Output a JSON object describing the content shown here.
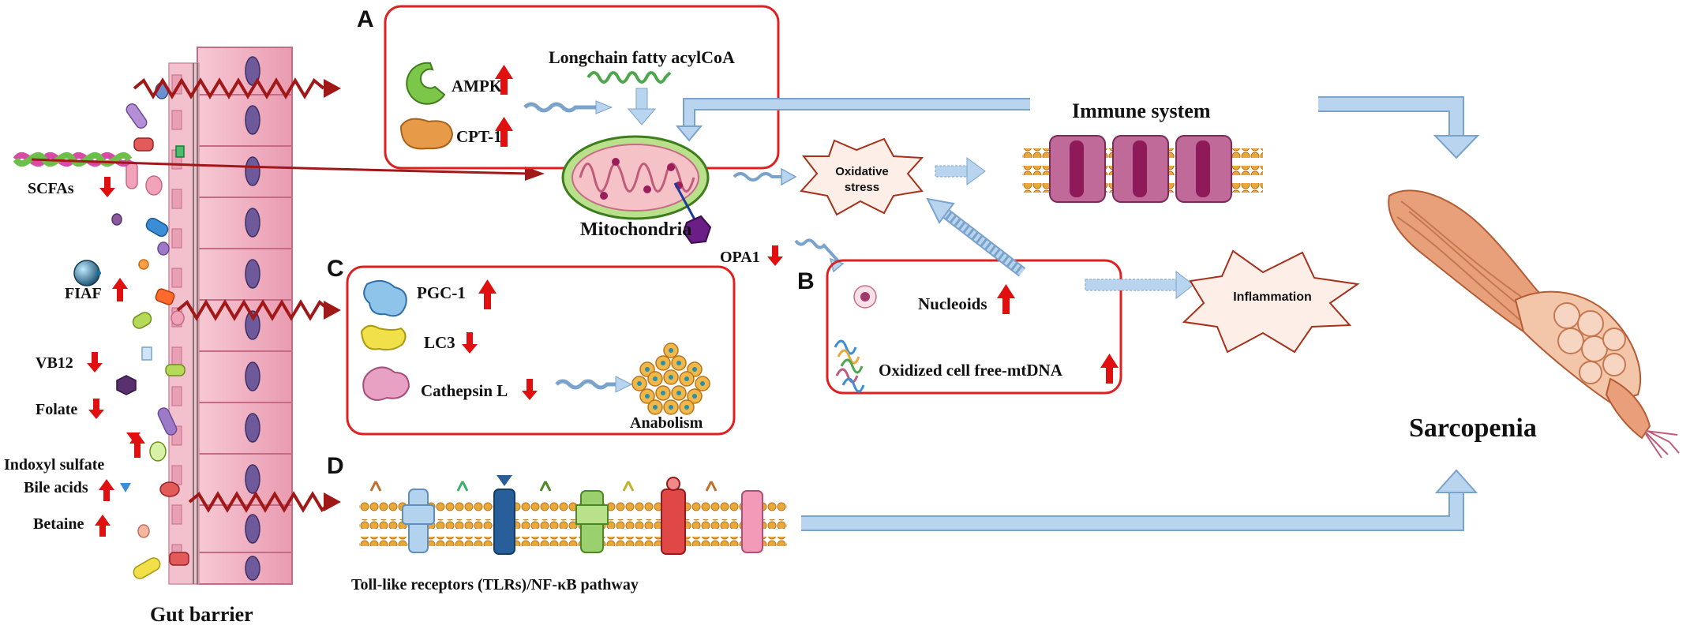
{
  "panels": {
    "a": "A",
    "b": "B",
    "c": "C",
    "d": "D"
  },
  "gut": {
    "title": "Gut barrier",
    "metabolites": [
      {
        "label": "SCFAs",
        "direction": "down"
      },
      {
        "label": "FIAF",
        "direction": "up"
      },
      {
        "label": "VB12",
        "direction": "down"
      },
      {
        "label": "Folate",
        "direction": "down"
      },
      {
        "label": "Indoxyl sulfate",
        "direction": "up"
      },
      {
        "label": "Bile acids",
        "direction": "up"
      },
      {
        "label": "Betaine",
        "direction": "up"
      }
    ]
  },
  "panel_a": {
    "ampk": "AMPK",
    "cpt1": "CPT-1",
    "acyl_coa": "Longchain fatty acylCoA"
  },
  "mito": {
    "label": "Mitochondria",
    "opa1": "OPA1"
  },
  "oxidative_stress": [
    "Oxidative",
    "stress"
  ],
  "immune": "Immune system",
  "panel_b": {
    "nucleoids": "Nucleoids",
    "cfdna": "Oxidized cell free-mtDNA"
  },
  "inflammation": "Inflammation",
  "panel_c": {
    "pgc1": "PGC-1",
    "lc3": "LC3",
    "cathepsin": "Cathepsin L",
    "anabolism": "Anabolism"
  },
  "panel_d": {
    "tlr": "Toll-like receptors (TLRs)/NF-κB pathway"
  },
  "sarcopenia": "Sarcopenia",
  "colors": {
    "box_border": "#e02020",
    "up_arrow": "#e01010",
    "flow_arrow": "#b9d4ee",
    "flow_arrow_stroke": "#7aa3cc",
    "wave_arrow": "#a01818",
    "gut_cell": "#f0b3c2",
    "membrane_head": "#e8a93a"
  }
}
